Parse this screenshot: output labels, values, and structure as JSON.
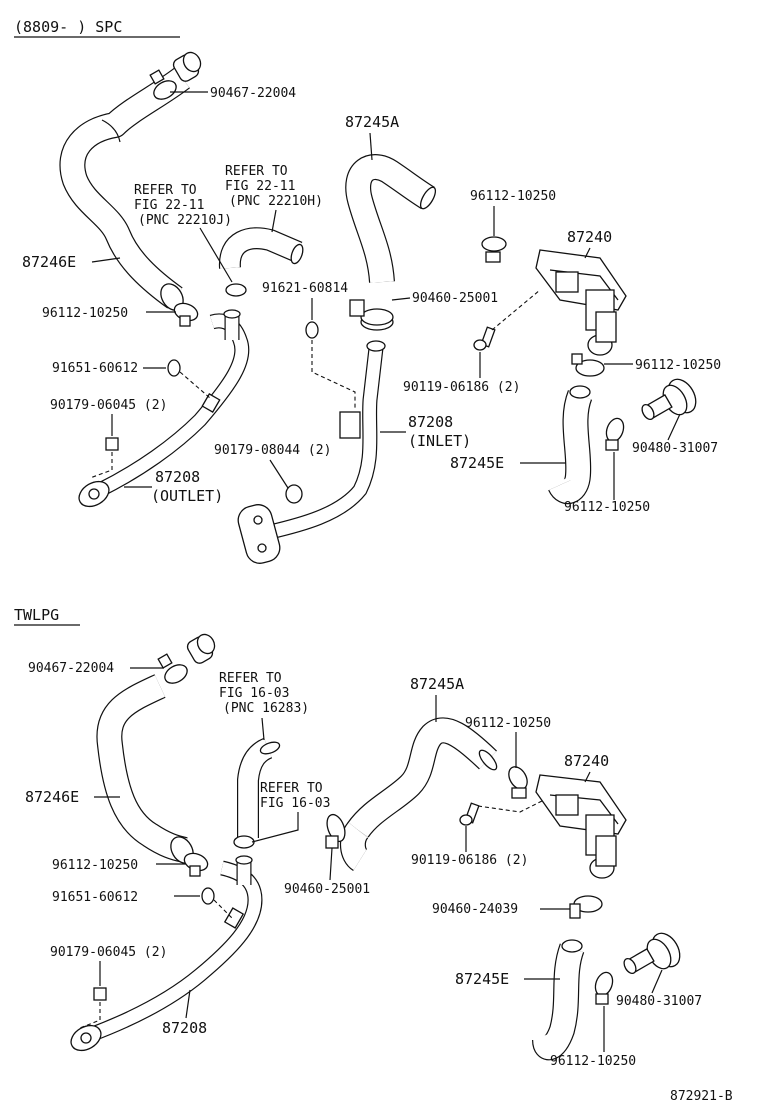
{
  "sections": {
    "spc": "(8809-      ) SPC",
    "twlpg": "TWLPG"
  },
  "spc_labels": {
    "clamp_90467": "90467-22004",
    "hose_87245A": "87245A",
    "clamp_96112_top": "96112-10250",
    "valve_87240": "87240",
    "refer_22210J": [
      "REFER TO",
      "FIG 22-11",
      "(PNC 22210J)"
    ],
    "refer_22210H": [
      "REFER TO",
      "FIG 22-11",
      "(PNC 22210H)"
    ],
    "hose_87246E": "87246E",
    "plug_91621": "91621-60814",
    "clamp_90460": "90460-25001",
    "clamp_96112_left": "96112-10250",
    "clamp_96112_right": "96112-10250",
    "bolt_91651": "91651-60612",
    "bolt_90119": "90119-06186 (2)",
    "nut_90179_06045": "90179-06045 (2)",
    "nut_90179_08044": "90179-08044 (2)",
    "grommet_90480": "90480-31007",
    "pipe_inlet": [
      "87208",
      "(INLET)"
    ],
    "pipe_outlet": [
      "87208",
      "(OUTLET)"
    ],
    "hose_87245E": "87245E",
    "clamp_96112_bottom": "96112-10250"
  },
  "twlpg_labels": {
    "clamp_90467": "90467-22004",
    "refer_16283": [
      "REFER TO",
      "FIG 16-03",
      "(PNC 16283)"
    ],
    "hose_87245A": "87245A",
    "clamp_96112_top": "96112-10250",
    "valve_87240": "87240",
    "refer_1603": [
      "REFER TO",
      "FIG 16-03"
    ],
    "hose_87246E": "87246E",
    "clamp_96112_left": "96112-10250",
    "clamp_90460_25001": "90460-25001",
    "bolt_90119": "90119-06186 (2)",
    "bolt_91651": "91651-60612",
    "clamp_90460_24039": "90460-24039",
    "nut_90179": "90179-06045 (2)",
    "hose_87245E": "87245E",
    "grommet_90480": "90480-31007",
    "pipe_87208": "87208",
    "clamp_96112_bottom": "96112-10250"
  },
  "figure_id": "872921-B"
}
